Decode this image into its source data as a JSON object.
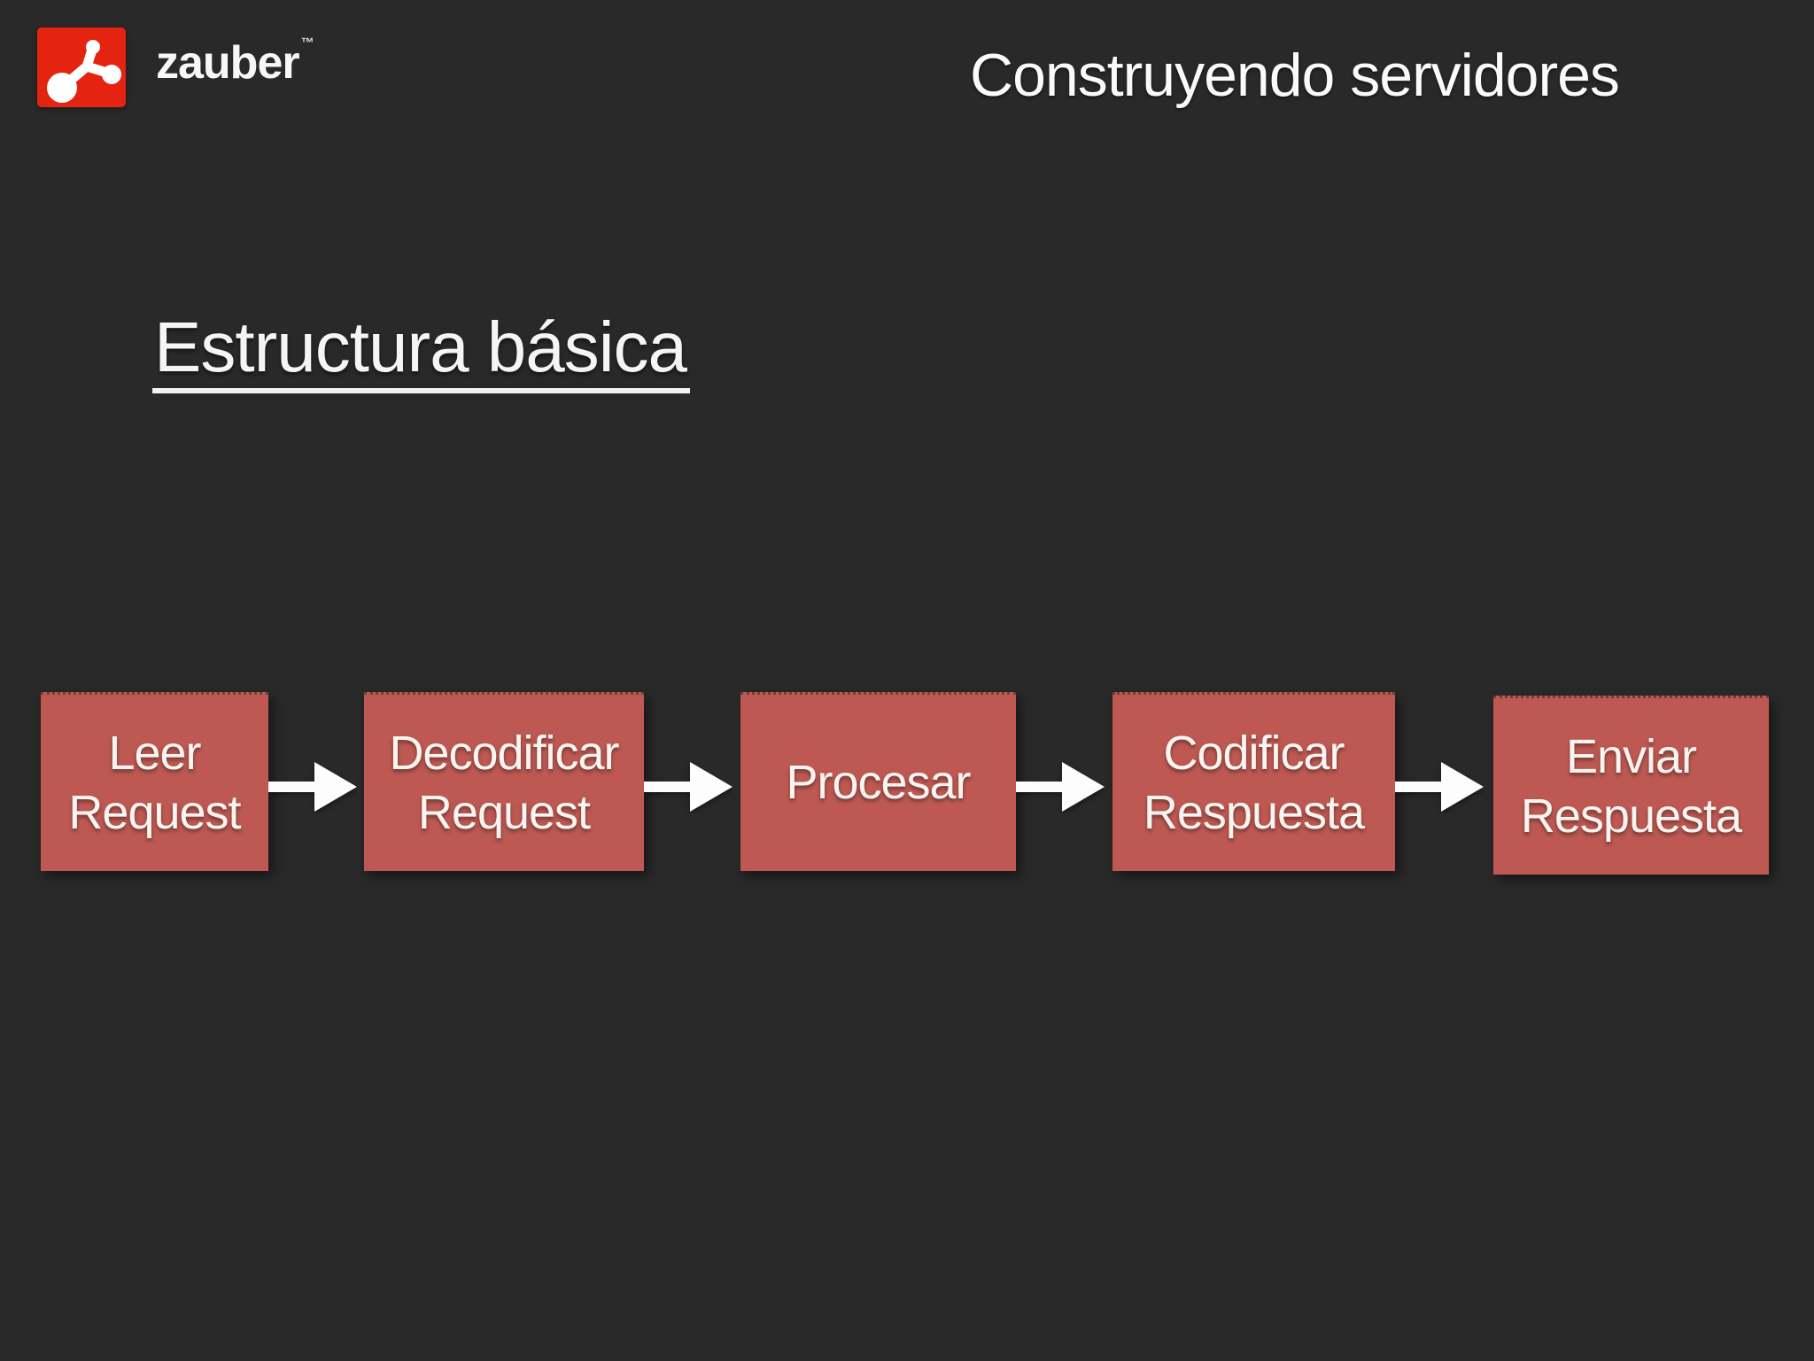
{
  "brand": {
    "name": "zauber",
    "trademark": "™",
    "logo_icon": "molecule-icon",
    "logo_bg_color": "#e42310"
  },
  "header": {
    "title": "Construyendo servidores"
  },
  "section": {
    "heading": "Estructura básica"
  },
  "flow": {
    "type": "horizontal-process",
    "steps": [
      {
        "label": "Leer Request"
      },
      {
        "label": "Decodificar Request"
      },
      {
        "label": "Procesar"
      },
      {
        "label": "Codificar Respuesta"
      },
      {
        "label": "Enviar Respuesta"
      }
    ],
    "box_color": "#bd5952",
    "arrow_color": "#fdfdfd"
  },
  "colors": {
    "background": "#292929",
    "text": "#f5f5f5"
  }
}
